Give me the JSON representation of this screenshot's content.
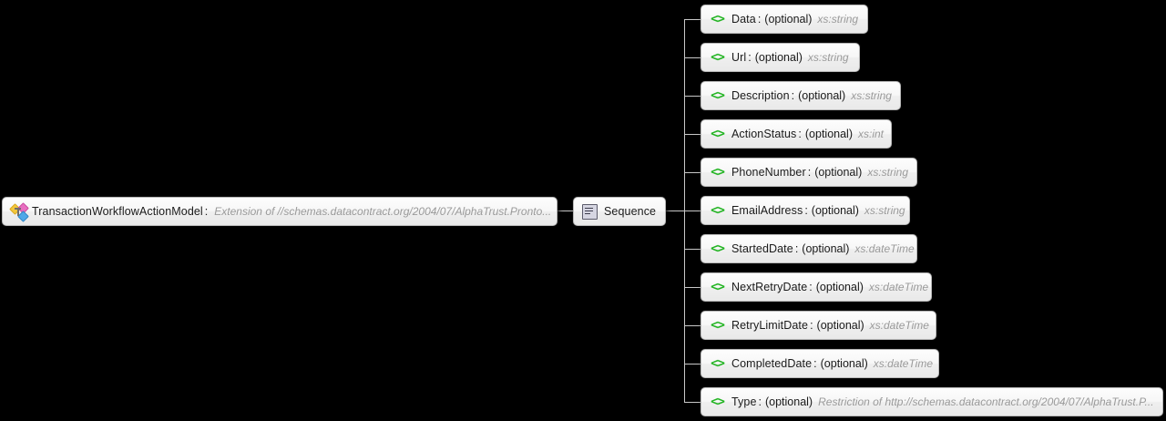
{
  "diagram": {
    "kind": "xsd-schema-tree",
    "background_color": "#000000",
    "node_fill_color": "#f7f7f7",
    "node_border_color": "#b9b9b9",
    "connector_color": "#c8c8c8",
    "element_icon_color": "#22b422",
    "type_text_color": "#9a9a9a",
    "root": {
      "icon": "complex-type-icon",
      "name": "TransactionWorkflowActionModel",
      "separator": ":",
      "derivation": "Extension of  //schemas.datacontract.org/2004/07/AlphaTrust.Pronto...",
      "truncated": true
    },
    "compositor": {
      "icon": "sequence-icon",
      "label": "Sequence"
    },
    "children": [
      {
        "icon": "element-icon",
        "name": "Data",
        "separator": ":",
        "occurrence": "(optional)",
        "type": "xs:string",
        "truncated": false
      },
      {
        "icon": "element-icon",
        "name": "Url",
        "separator": ":",
        "occurrence": "(optional)",
        "type": "xs:string",
        "truncated": false
      },
      {
        "icon": "element-icon",
        "name": "Description",
        "separator": ":",
        "occurrence": "(optional)",
        "type": "xs:string",
        "truncated": false
      },
      {
        "icon": "element-icon",
        "name": "ActionStatus",
        "separator": ":",
        "occurrence": "(optional)",
        "type": "xs:int",
        "truncated": false
      },
      {
        "icon": "element-icon",
        "name": "PhoneNumber",
        "separator": ":",
        "occurrence": "(optional)",
        "type": "xs:string",
        "truncated": false
      },
      {
        "icon": "element-icon",
        "name": "EmailAddress",
        "separator": ":",
        "occurrence": "(optional)",
        "type": "xs:string",
        "truncated": false
      },
      {
        "icon": "element-icon",
        "name": "StartedDate",
        "separator": ":",
        "occurrence": "(optional)",
        "type": "xs:dateTime",
        "truncated": false
      },
      {
        "icon": "element-icon",
        "name": "NextRetryDate",
        "separator": ":",
        "occurrence": "(optional)",
        "type": "xs:dateTime",
        "truncated": false
      },
      {
        "icon": "element-icon",
        "name": "RetryLimitDate",
        "separator": ":",
        "occurrence": "(optional)",
        "type": "xs:dateTime",
        "truncated": false
      },
      {
        "icon": "element-icon",
        "name": "CompletedDate",
        "separator": ":",
        "occurrence": "(optional)",
        "type": "xs:dateTime",
        "truncated": false
      },
      {
        "icon": "element-icon",
        "name": "Type",
        "separator": ":",
        "occurrence": "(optional)",
        "type": "Restriction of http://schemas.datacontract.org/2004/07/AlphaTrust.P...",
        "truncated": true
      }
    ]
  }
}
